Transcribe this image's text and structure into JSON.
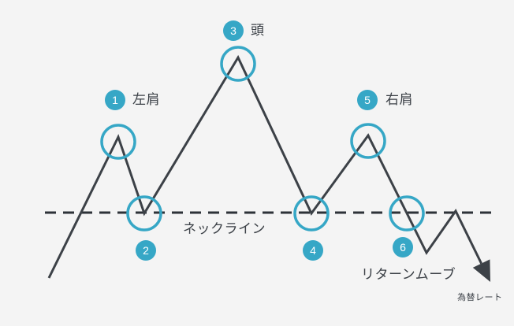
{
  "chart_data": {
    "type": "line",
    "title": "",
    "subtitle": "",
    "xlabel": "",
    "ylabel": "",
    "grid": false,
    "legend_position": "none",
    "xlim": [
      0,
      652
    ],
    "ylim": [
      414,
      0
    ],
    "colors": {
      "background": "#f4f4f4",
      "line": "#3c4147",
      "accent": "#36a7c6",
      "neckline": "#2d3238",
      "text": "#3c4147",
      "ring_fill": "none",
      "badge_text": "#ffffff"
    },
    "series": [
      {
        "name": "price-path",
        "points": [
          [
            62,
            353
          ],
          [
            150,
            174
          ],
          [
            183,
            271
          ],
          [
            302,
            73
          ],
          [
            395,
            271
          ],
          [
            467,
            172
          ],
          [
            541,
            321
          ],
          [
            578,
            268
          ],
          [
            622,
            358
          ]
        ]
      }
    ],
    "neckline": {
      "label": "ネックライン",
      "y": 270,
      "x_start": 57,
      "x_end": 630,
      "style": "dashed"
    },
    "annotations": [
      {
        "id": "1",
        "label": "左肩",
        "marker": "ring",
        "x": 150,
        "y": 180,
        "badge_x": 133,
        "badge_y": 114,
        "label_x": 168,
        "label_y": 117
      },
      {
        "id": "2",
        "label": "",
        "marker": "ring",
        "x": 183,
        "y": 271,
        "badge_x": 172,
        "badge_y": 305,
        "label_x": null,
        "label_y": null
      },
      {
        "id": "3",
        "label": "頭",
        "marker": "ring",
        "x": 302,
        "y": 81,
        "badge_x": 283,
        "badge_y": 26,
        "label_x": 318,
        "label_y": 29
      },
      {
        "id": "4",
        "label": "",
        "marker": "ring",
        "x": 395,
        "y": 271,
        "badge_x": 384,
        "badge_y": 305,
        "label_x": null,
        "label_y": null
      },
      {
        "id": "5",
        "label": "右肩",
        "marker": "ring",
        "x": 467,
        "y": 179,
        "badge_x": 453,
        "badge_y": 114,
        "label_x": 489,
        "label_y": 117
      },
      {
        "id": "6",
        "label": "",
        "marker": "ring",
        "x": 516,
        "y": 271,
        "badge_x": 498,
        "badge_y": 301,
        "label_x": null,
        "label_y": null
      }
    ],
    "extra_labels": [
      {
        "name": "return-move",
        "text": "リターンムーブ",
        "x": 458,
        "y": 340,
        "size": 17
      },
      {
        "name": "exchange-rate",
        "text": "為替レート",
        "x": 580,
        "y": 372,
        "size": 11
      }
    ]
  },
  "diagram": {
    "neckline_label": "ネックライン",
    "left_shoulder_label": "左肩",
    "head_label": "頭",
    "right_shoulder_label": "右肩",
    "return_move_label": "リターンムーブ",
    "exchange_rate_label": "為替レート",
    "badges": {
      "one": "1",
      "two": "2",
      "three": "3",
      "four": "4",
      "five": "5",
      "six": "6"
    }
  }
}
